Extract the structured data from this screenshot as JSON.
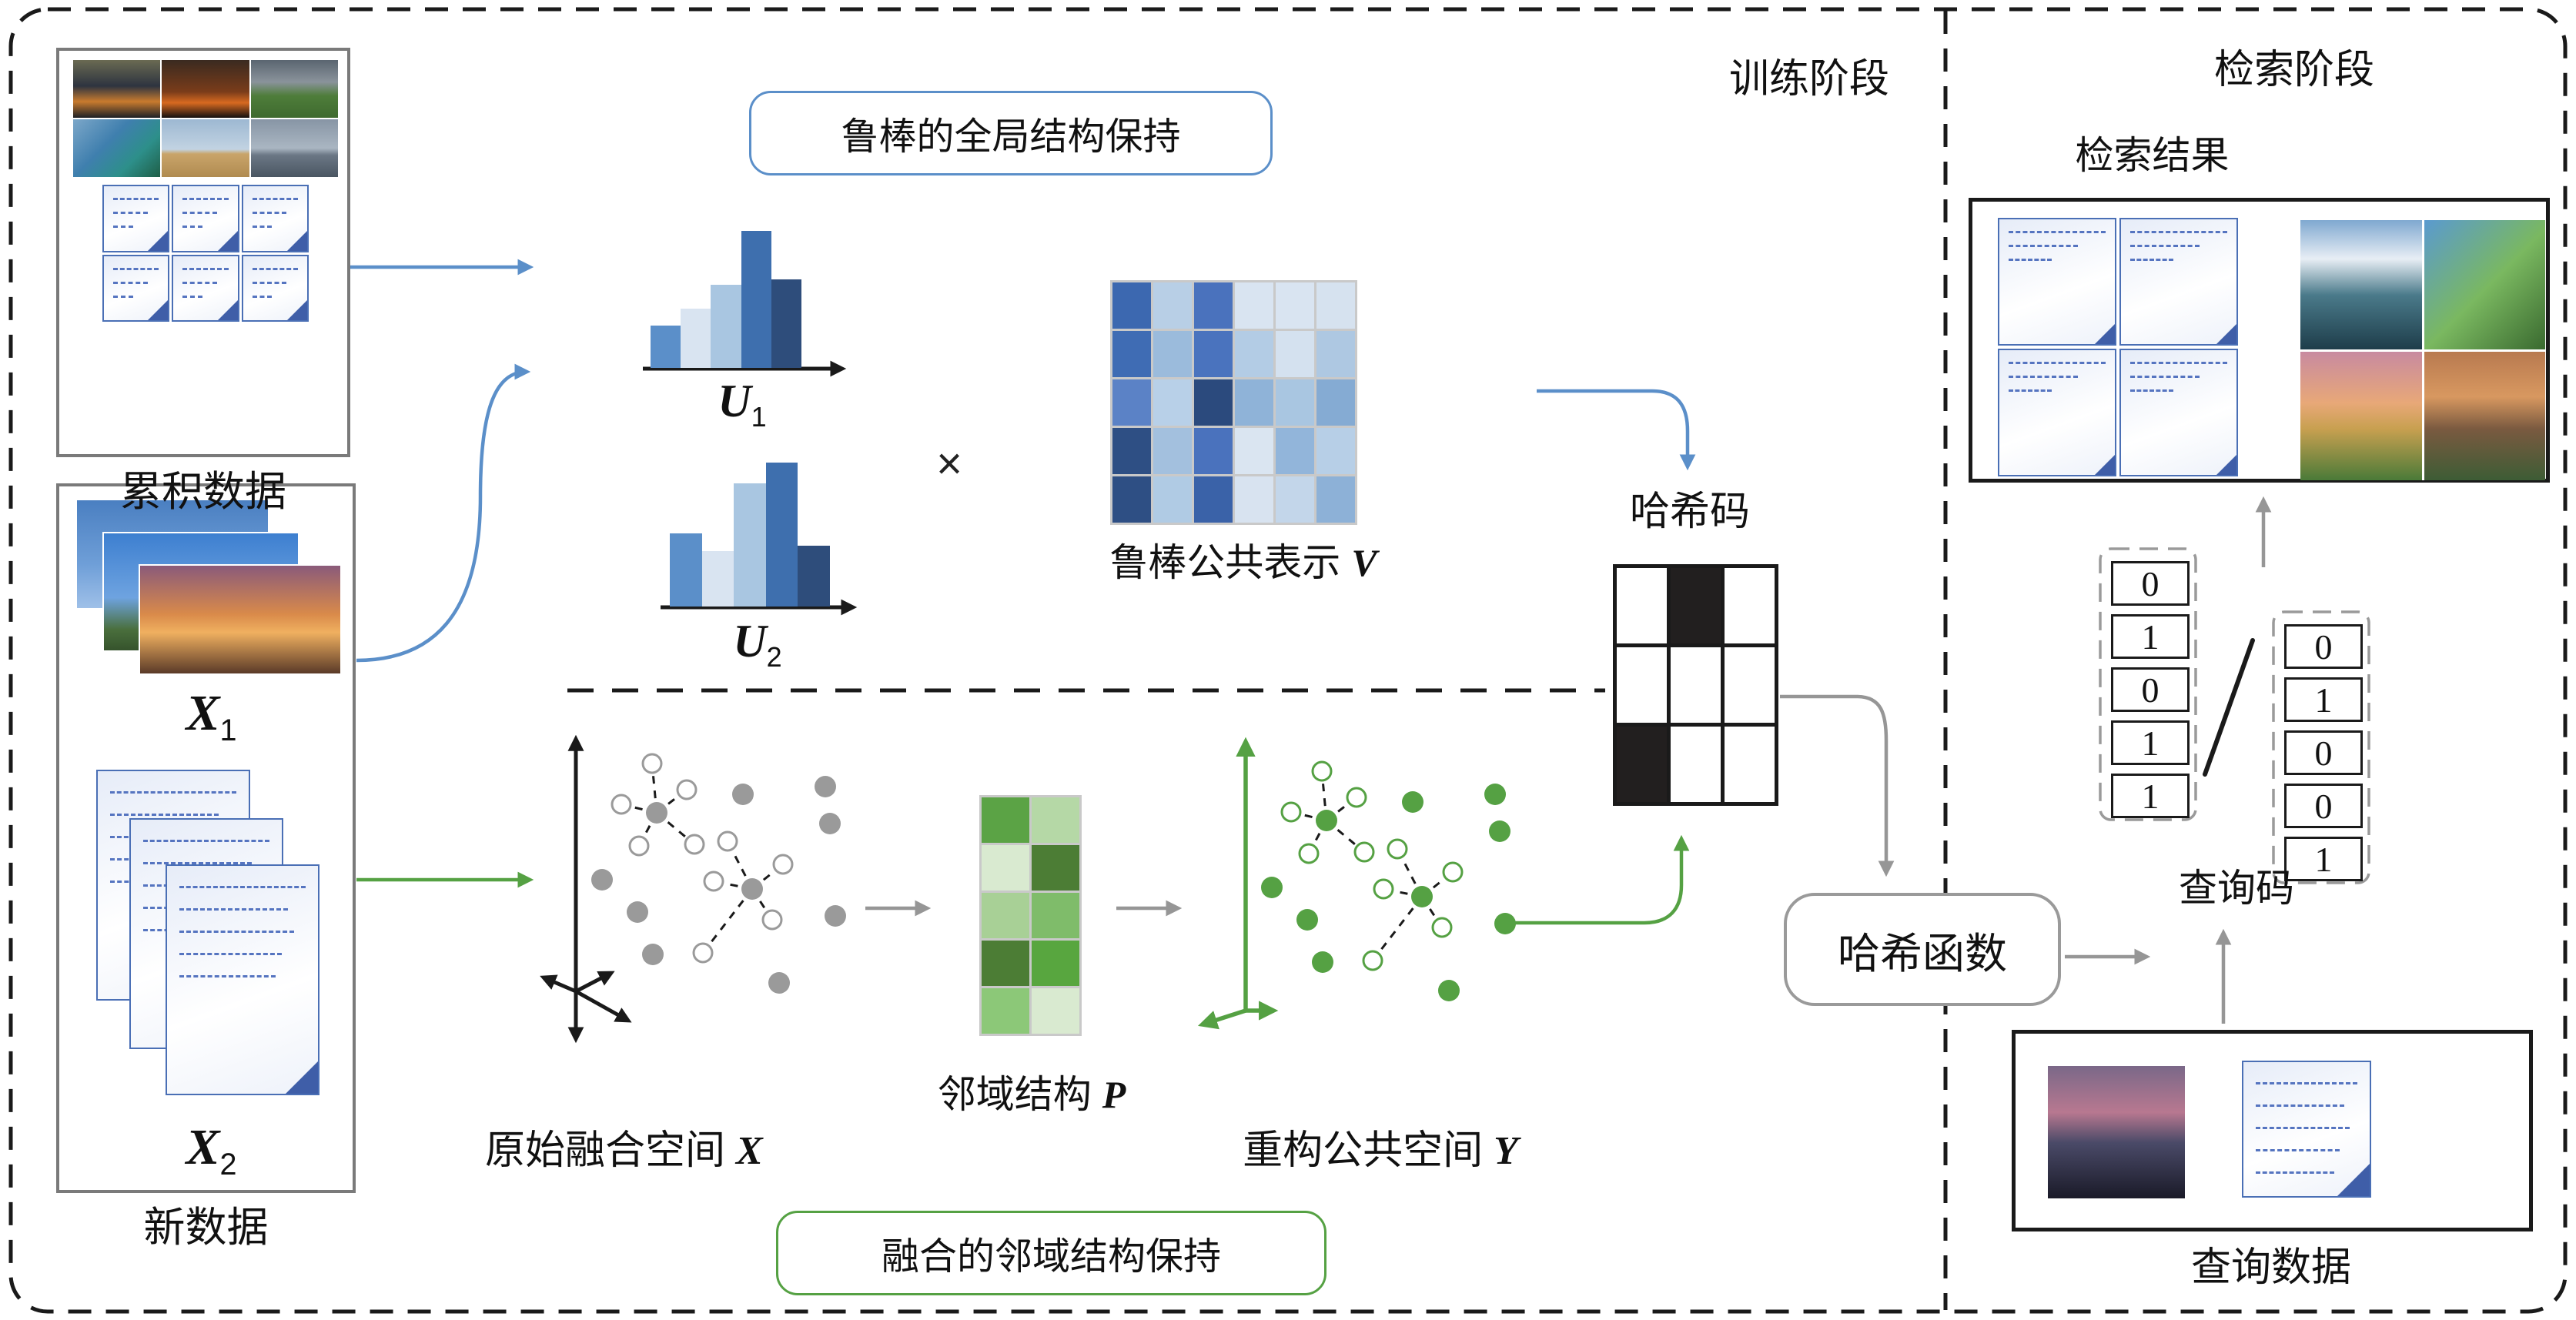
{
  "palette": {
    "blue_accent": "#5b8fc9",
    "green_accent": "#55a143",
    "gray_accent": "#969696",
    "doc_border_blue": "#4a6fb5",
    "doc_fold_blue": "#3f5ea8",
    "black": "#1a1a1a"
  },
  "figure": {
    "stage_labels": {
      "training": "训练阶段",
      "retrieval": "检索阶段"
    },
    "multiply_sign": "×"
  },
  "training": {
    "global_structure_box": "鲁棒的全局结构保持",
    "neighborhood_box": "融合的邻域结构保持",
    "cumulative_data": {
      "label": "累积数据",
      "photo_names": [
        "sunset-crane",
        "desert-sunset",
        "deer-meadow",
        "ocean-cliff",
        "camel-desert",
        "sea-boats"
      ],
      "document_count": 6
    },
    "new_data": {
      "label": "新数据",
      "image_stack": {
        "letter": "X",
        "sub": "1"
      },
      "doc_stack": {
        "letter": "X",
        "sub": "2"
      },
      "photo_names": [
        "airplane-sky",
        "pyramid-building",
        "castle-sunset"
      ],
      "document_stack_count": 3
    },
    "histograms": {
      "bar_colors": [
        "#5b8fc9",
        "#d9e4f1",
        "#a9c6e1",
        "#3e6fae",
        "#2e4d7b"
      ],
      "u1": {
        "letter": "U",
        "sub": "1",
        "values": [
          55,
          77,
          108,
          178,
          115
        ]
      },
      "u2": {
        "letter": "U",
        "sub": "2",
        "values": [
          95,
          72,
          160,
          187,
          79
        ]
      }
    },
    "matrix_v": {
      "label": "鲁棒公共表示",
      "letter": "V",
      "colors": [
        [
          "#3c68b0",
          "#b8cfe6",
          "#4a72bd",
          "#d9e4f1",
          "#d9e4f1",
          "#d6e2ef"
        ],
        [
          "#3f6cb4",
          "#9bbbdc",
          "#4a73be",
          "#b3cce5",
          "#d4e1ef",
          "#aec8e2"
        ],
        [
          "#5b82c6",
          "#b8d0e8",
          "#2b4a7d",
          "#8fb3d8",
          "#a9c6e1",
          "#85abd3"
        ],
        [
          "#2e4f84",
          "#a3c0de",
          "#4a72bd",
          "#dae5f1",
          "#92b5da",
          "#b7cfe7"
        ],
        [
          "#2e4f84",
          "#b0cbe4",
          "#3a62a8",
          "#d8e3f0",
          "#c3d6ea",
          "#8db1d7"
        ]
      ]
    },
    "matrix_p": {
      "label": "邻域结构",
      "letter": "P",
      "colors": [
        [
          "#5ba345",
          "#b5d8a6"
        ],
        [
          "#d9ead0",
          "#4c7d35"
        ],
        [
          "#a8d096",
          "#7fbc6a"
        ],
        [
          "#4c7d35",
          "#58a63f"
        ],
        [
          "#8cc878",
          "#d9ead0"
        ]
      ]
    },
    "space_x": {
      "label": "原始融合空间",
      "letter": "X"
    },
    "space_y": {
      "label": "重构公共空间",
      "letter": "Y"
    },
    "scatter": {
      "open_points": [
        [
          67,
          7
        ],
        [
          112,
          41
        ],
        [
          27,
          60
        ],
        [
          50,
          114
        ],
        [
          122,
          112
        ],
        [
          165,
          108
        ],
        [
          237,
          138
        ],
        [
          147,
          160
        ],
        [
          223,
          210
        ],
        [
          133,
          253
        ]
      ],
      "hub_points": [
        [
          73,
          71
        ],
        [
          197,
          170
        ]
      ],
      "solid_points": [
        [
          185,
          47
        ],
        [
          292,
          37
        ],
        [
          298,
          85
        ],
        [
          2,
          158
        ],
        [
          48,
          200
        ],
        [
          305,
          205
        ],
        [
          68,
          255
        ],
        [
          232,
          292
        ]
      ],
      "edges": [
        [
          0,
          0
        ],
        [
          0,
          1
        ],
        [
          0,
          2
        ],
        [
          0,
          3
        ],
        [
          0,
          4
        ],
        [
          1,
          5
        ],
        [
          1,
          6
        ],
        [
          1,
          7
        ],
        [
          1,
          8
        ],
        [
          1,
          9
        ]
      ]
    },
    "hash_code": {
      "label": "哈希码",
      "grid": [
        [
          0,
          1,
          0
        ],
        [
          0,
          0,
          0
        ],
        [
          1,
          0,
          0
        ]
      ]
    },
    "hash_function": {
      "label": "哈希函数"
    }
  },
  "retrieval": {
    "results": {
      "label": "检索结果",
      "document_count": 4,
      "photo_names": [
        "mountain-lake",
        "road-sign",
        "sunset-field",
        "alp-sunset"
      ],
      "separator": "/"
    },
    "query_code": {
      "label": "查询码",
      "left_bits": [
        "0",
        "1",
        "0",
        "1",
        "1"
      ],
      "right_bits": [
        "0",
        "1",
        "0",
        "0",
        "1"
      ]
    },
    "query_data": {
      "label": "查询数据",
      "photo_name": "dark-lake",
      "separator": "/"
    }
  }
}
